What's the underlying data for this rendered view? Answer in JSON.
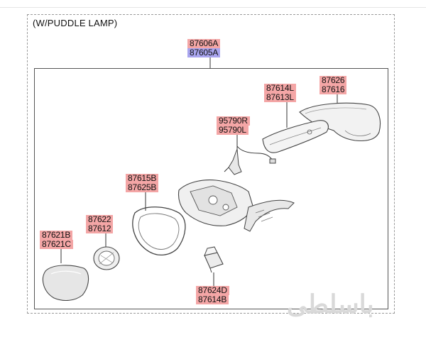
{
  "diagram": {
    "variant_title": "(W/PUDDLE LAMP)",
    "assembly_labels": [
      "87606A",
      "87605A"
    ],
    "parts": [
      {
        "id": "cover",
        "labels": [
          "87626",
          "87616"
        ]
      },
      {
        "id": "lamp",
        "labels": [
          "87614L",
          "87613L"
        ]
      },
      {
        "id": "harness",
        "labels": [
          "95790R",
          "95790L"
        ]
      },
      {
        "id": "frame",
        "labels": [
          "87615B",
          "87625B"
        ]
      },
      {
        "id": "motor",
        "labels": [
          "87622",
          "87612"
        ]
      },
      {
        "id": "glass",
        "labels": [
          "87621B",
          "87621C"
        ]
      },
      {
        "id": "puddle",
        "labels": [
          "87624D",
          "87614B"
        ]
      }
    ],
    "colors": {
      "label_red": "#f4a6a6",
      "label_blue": "#a9a5ef"
    }
  },
  "watermark": {
    "text": "باسلطی"
  }
}
